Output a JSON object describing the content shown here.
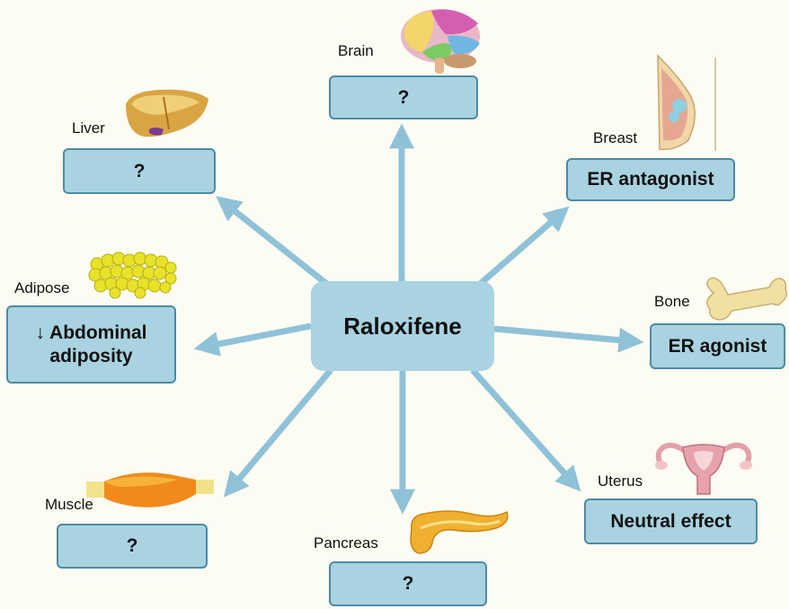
{
  "center": {
    "label": "Raloxifene"
  },
  "organs": {
    "brain": {
      "label": "Brain",
      "effect": "?"
    },
    "liver": {
      "label": "Liver",
      "effect": "?"
    },
    "breast": {
      "label": "Breast",
      "effect": "ER antagonist"
    },
    "adipose": {
      "label": "Adipose",
      "effect_line1": "↓ Abdominal",
      "effect_line2": "adiposity"
    },
    "bone": {
      "label": "Bone",
      "effect": "ER agonist"
    },
    "muscle": {
      "label": "Muscle",
      "effect": "?"
    },
    "pancreas": {
      "label": "Pancreas",
      "effect": "?"
    },
    "uterus": {
      "label": "Uterus",
      "effect": "Neutral effect"
    }
  },
  "colors": {
    "box_fill": "#a9d3e1",
    "box_border": "#4d8aa3",
    "arrow": "#8fc2d8"
  },
  "icons": [
    "brain-icon",
    "liver-icon",
    "breast-icon",
    "adipose-icon",
    "bone-icon",
    "muscle-icon",
    "pancreas-icon",
    "uterus-icon"
  ]
}
